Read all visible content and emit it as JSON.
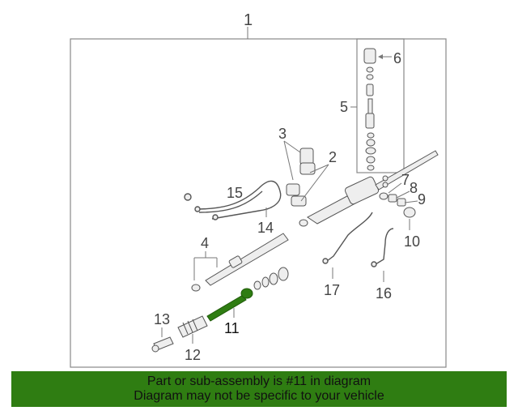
{
  "diagram": {
    "callouts": {
      "c1": "1",
      "c2": "2",
      "c3": "3",
      "c4": "4",
      "c5": "5",
      "c6": "6",
      "c7": "7",
      "c8": "8",
      "c9": "9",
      "c10": "10",
      "c11": "11",
      "c12": "12",
      "c13": "13",
      "c14": "14",
      "c15": "15",
      "c16": "16",
      "c17": "17"
    },
    "highlight_color": "#2f7d12",
    "highlighted_part": "11"
  },
  "banner": {
    "line1": "Part or sub-assembly is #11 in diagram",
    "line2": "Diagram may not be specific to your vehicle",
    "background": "#2f7d12"
  }
}
